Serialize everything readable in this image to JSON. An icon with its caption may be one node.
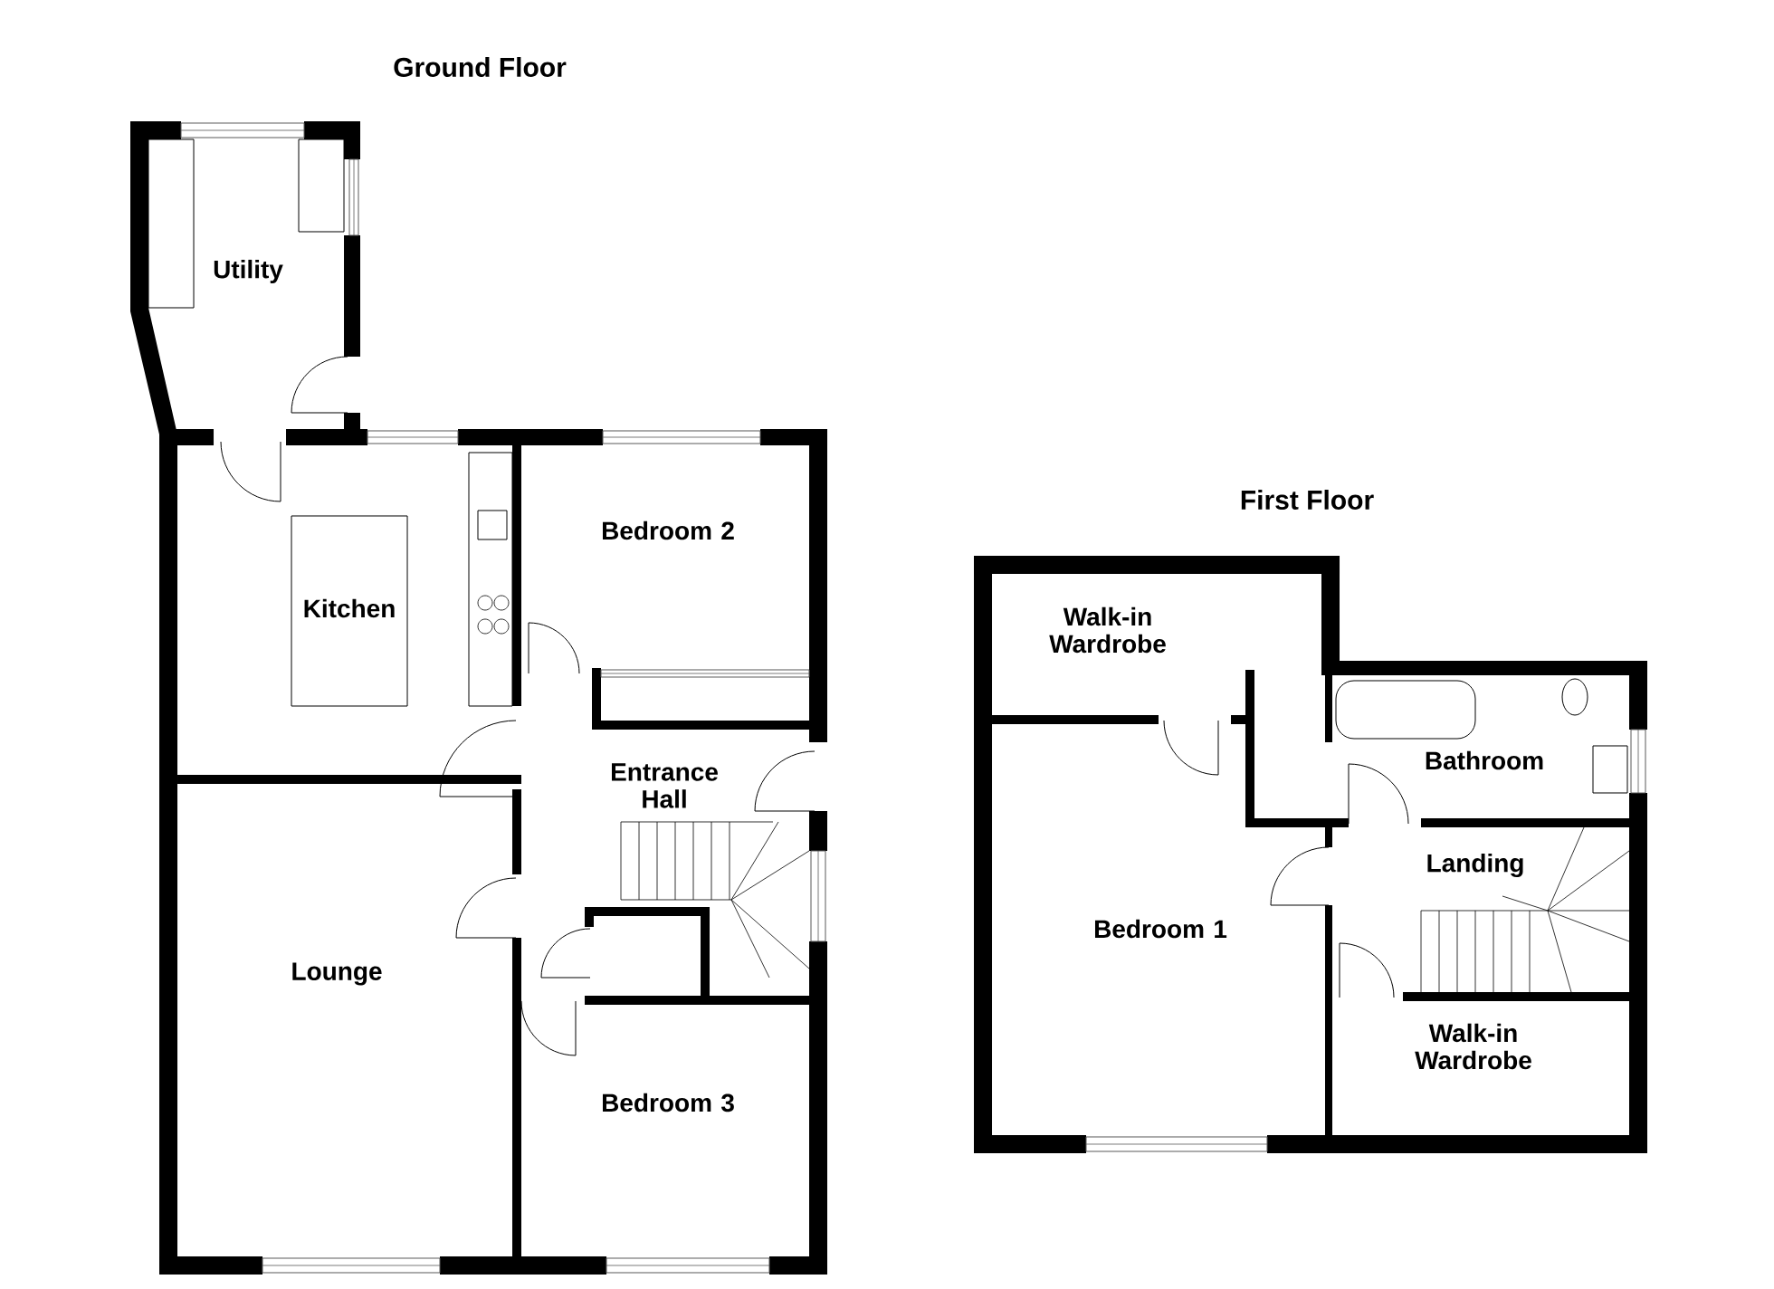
{
  "diagram": {
    "nodes": [
      {
        "text": [
          "Utility"
        ]
      },
      {
        "text": [
          "Kitchen"
        ]
      },
      {
        "text": [
          "Bedroom 2"
        ]
      },
      {
        "text": [
          "Entrance Hall"
        ]
      },
      {
        "text": [
          "Lounge"
        ]
      },
      {
        "text": [
          "Bedroom 3"
        ]
      },
      {
        "text": [
          "Walk-in Wardrobe"
        ]
      },
      {
        "text": [
          "Bathroom"
        ]
      },
      {
        "text": [
          "Landing"
        ]
      },
      {
        "text": [
          "Bedroom 1"
        ]
      },
      {
        "text": [
          "Walk-in Wardrobe"
        ]
      }
    ],
    "labels": [
      "Ground Floor",
      "First Floor"
    ]
  }
}
